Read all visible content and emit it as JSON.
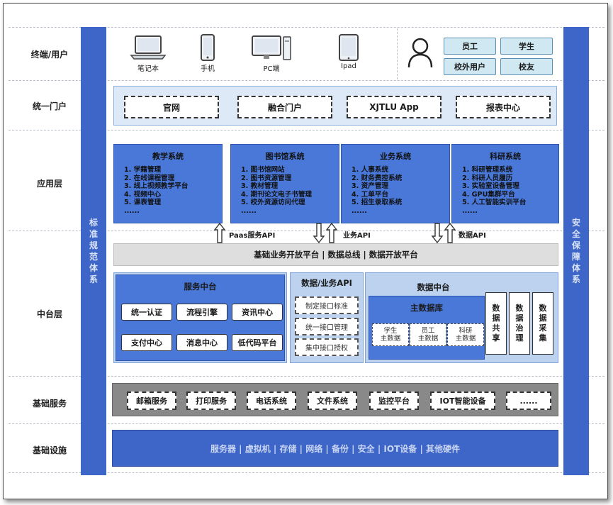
{
  "side_left": "标准规范体系",
  "side_right": "安全保障体系",
  "rows": {
    "terminal": "终端/用户",
    "portal": "统一门户",
    "app": "应用层",
    "middle": "中台层",
    "basic_service": "基础服务",
    "infra": "基础设施"
  },
  "devices": [
    {
      "label": "笔记本",
      "icon": "laptop-icon"
    },
    {
      "label": "手机",
      "icon": "phone-icon"
    },
    {
      "label": "PC端",
      "icon": "desktop-icon"
    },
    {
      "label": "Ipad",
      "icon": "tablet-icon"
    }
  ],
  "user_icon": "user-icon",
  "roles": [
    "员工",
    "学生",
    "校外用户",
    "校友"
  ],
  "portal_items": [
    "官网",
    "融合门户",
    "XJTLU App",
    "报表中心"
  ],
  "apps": [
    {
      "title": "教学系统",
      "items": [
        "1. 学籍管理",
        "2. 在线课程管理",
        "3. 线上视频教学平台",
        "4. 视频中心",
        "5. 课表管理",
        "......"
      ]
    },
    {
      "title": "图书馆系统",
      "items": [
        "1. 图书馆网站",
        "2. 图书资源管理",
        "3. 教材管理",
        "4. 期刊论文电子书管理",
        "5. 校外资源访问代理",
        "......"
      ]
    },
    {
      "title": "业务系统",
      "items": [
        "1. 人事系统",
        "2. 财务费控系统",
        "3. 资产管理",
        "4. 工单平台",
        "5. 招生录取系统",
        "......"
      ]
    },
    {
      "title": "科研系统",
      "items": [
        "1. 科研管理系统",
        "2. 科研人员履历",
        "3. 实验室设备管理",
        "4. GPU集群平台",
        "5. 人工智能实训平台",
        "......"
      ]
    }
  ],
  "api_labels": [
    "Paas服务API",
    "业务API",
    "数据API"
  ],
  "middle_bar": "基础业务开放平台 | 数据总线 | 数据开放平台",
  "service_center": {
    "title": "服务中台",
    "items": [
      "统一认证",
      "流程引擎",
      "资讯中心",
      "支付中心",
      "消息中心",
      "低代码平台"
    ]
  },
  "data_api": {
    "title": "数据/业务API",
    "items": [
      "制定接口标准",
      "统一接口管理",
      "集中接口授权"
    ]
  },
  "data_center": {
    "title": "数据中台",
    "master_title": "主数据库",
    "master_items": [
      {
        "l1": "学生",
        "l2": "主数据"
      },
      {
        "l1": "员工",
        "l2": "主数据"
      },
      {
        "l1": "科研",
        "l2": "主数据"
      }
    ],
    "functions": [
      "数据共享",
      "数据治理",
      "数据采集"
    ]
  },
  "basic_services": [
    "邮箱服务",
    "打印服务",
    "电话系统",
    "文件系统",
    "监控平台",
    "IOT智能设备",
    "......"
  ],
  "infrastructure": "服务器 | 虚拟机 | 存储 | 网络 | 备份 | 安全 | IOT设备 | 其他硬件",
  "colors": {
    "side_bar": "#3e66c8",
    "app_box": "#4a78d8",
    "panel_light": "#bcd2ee",
    "portal_bg": "#dde9f7",
    "role_bg": "#cfe8f2",
    "basic_service_bar": "#898989"
  }
}
